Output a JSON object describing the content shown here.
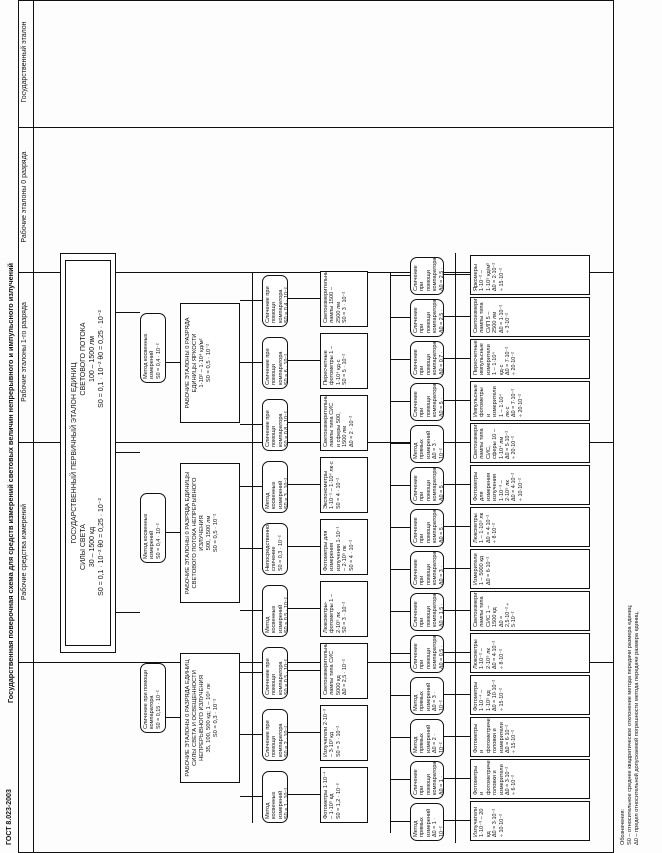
{
  "header": {
    "gost": "ГОСТ 8.023-2003",
    "title": "Государственная поверочная схема для средств измерений световых величин непрерывного и импульсного излучений"
  },
  "columns": {
    "state": "Государственный эталон",
    "zero": "Рабочие эталоны 0 разряда",
    "first": "Рабочие эталоны 1-го разряда",
    "working": "Рабочие средства измерений"
  },
  "notes": {
    "l1": "Обозначения:",
    "l2": "S0 – относительное среднее квадратическое отклонение метода передачи размера единиц;",
    "l3": "Δ0 – предел относительной допускаемой погрешности метода передачи размера единиц."
  },
  "state_standard": {
    "l1": "ГОСУДАРСТВЕННЫЙ ПЕРВИЧНЫЙ ЭТАЛОН ЕДИНИЦ",
    "l2": "СИЛЫ СВЕТА",
    "l3": "30 – 1500 кд",
    "l4": "S0 = 0,1 · 10⁻²   θ0 = 0,25 · 10⁻²",
    "l5": "СВЕТОВОГО ПОТОКА",
    "l6": "100 – 1500 лм",
    "l7": "S0 = 0,1 · 10⁻²   θ0 = 0,25 · 10⁻²"
  },
  "state_methods": [
    {
      "t": "Сличение при помощи компаратора",
      "v": "S0 = 0,15 · 10⁻²"
    },
    {
      "t": "Метод косвенных измерений",
      "v": "S0 = 0,4 · 10⁻²"
    },
    {
      "t": "Метод косвенных измерений",
      "v": "S0 = 0,4 · 10⁻²"
    }
  ],
  "zero_standards": [
    {
      "l1": "РАБОЧИЕ ЭТАЛОНЫ 0 РАЗРЯДА ЕДИНИЦ СИЛЫ СВЕТА И ОСВЕЩЕННОСТИ НЕПРЕРЫВНОГО ИЗЛУЧЕНИЯ",
      "l2": "35, 100, 500 кд; 1 – 10⁵ лк",
      "l3": "S0 = 0,3 · 10⁻²"
    },
    {
      "l1": "РАБОЧИЕ ЭТАЛОНЫ 0 РАЗРЯДА ЕДИНИЦЫ СВЕТОВОГО ПОТОКА НЕПРЕРЫВНОГО ИЗЛУЧЕНИЯ",
      "l2": "500, 1500 лм",
      "l3": "S0 = 0,5 · 10⁻²"
    },
    {
      "l1": "РАБОЧИЕ ЭТАЛОНЫ 0 РАЗРЯДА ЕДИНИЦЫ ЯРКОСТИ",
      "l2": "1·10² – 1·10⁴ кд/м²",
      "l3": "S0 = 0,5 · 10⁻²"
    }
  ],
  "zero_methods": [
    {
      "t": "Метод косвенных измерений",
      "v": "S0 = 1 · 10⁻²"
    },
    {
      "t": "Сличение при помощи компаратора",
      "v": "S0 = 2 · 10⁻²"
    },
    {
      "t": "Сличение при помощи компаратора",
      "v": "S0 = 0,5 · 10⁻²"
    },
    {
      "t": "Метод косвенных измерений",
      "v": "S0 = 0,5 · 10⁻²"
    },
    {
      "t": "Непосредственное сличение",
      "v": "S0 = 0,3 · 10⁻²"
    },
    {
      "t": "Метод косвенных измерений",
      "v": "S0 = 3 · 10⁻²"
    },
    {
      "t": "Сличение при помощи компаратора",
      "v": "S0 = 0,8 · 10⁻²"
    },
    {
      "t": "Сличение при помощи компаратора",
      "v": "S0 = 6 · 10⁻²"
    },
    {
      "t": "Сличение при помощи компаратора",
      "v": "S0 = 0,4 · 10⁻²"
    }
  ],
  "first_standards": [
    {
      "t": "Фотометры 1·10⁻⁴ – 1·10⁵ кд",
      "v": "S0 = 1,2 · 10⁻²"
    },
    {
      "t": "Излучатели 2·10⁻³ – 3·10³ кд",
      "v": "S0 = 3 · 10⁻²"
    },
    {
      "t": "Светоизмерительные лампы типа СИС 5000 кд",
      "v": "Δ0 = 2,5 · 10⁻²"
    },
    {
      "t": "Люксметры-фотометры 1 – 2·10⁵ лк",
      "v": "S0 = 3 · 10⁻²"
    },
    {
      "t": "Фотометры для измерения излучения 1·10⁻¹ – 2·10⁵ лк",
      "v": "S0 = 4 · 10⁻²"
    },
    {
      "t": "Экспонометры 1·10⁻¹ – 1·10⁴ лк·с",
      "v": "S0 = 4 · 10⁻²"
    },
    {
      "t": "Светоизмерительные лампы типа СИС и сферы 500, 1500 лм",
      "v": "Δ0 = 2 · 10⁻²"
    },
    {
      "t": "Пересчетные фотометры 1 – 1·10⁴ кд·с",
      "v": "S0 = 5 · 10⁻²"
    },
    {
      "t": "Светоизмерительные лампы 1500 – 2500 лм",
      "v": "S0 = 3 · 10⁻²"
    }
  ],
  "working_methods": [
    {
      "t": "Метод прямых измерений",
      "v": "Δ0 = 1 · 10⁻²"
    },
    {
      "t": "Сличение при помощи компаратора",
      "v": "Δ0 = 1 · 10⁻²"
    },
    {
      "t": "Метод прямых измерений",
      "v": "Δ0 = 2 · 10⁻²"
    },
    {
      "t": "Метод прямых измерений",
      "v": "Δ0 = 3 · 10⁻²"
    },
    {
      "t": "Сличение при помощи компаратора",
      "v": "Δ0 = 0,5 · 10⁻²"
    },
    {
      "t": "Сличение при помощи компаратора",
      "v": "Δ0 = 1,5 · 10⁻²"
    },
    {
      "t": "Сличение при помощи компаратора",
      "v": "Δ0 = 3 · 10⁻²"
    },
    {
      "t": "Сличение при помощи компаратора",
      "v": "Δ0 = 5 · 10⁻²"
    },
    {
      "t": "Сличение при помощи компаратора",
      "v": "Δ0 = 5 · 10⁻²"
    },
    {
      "t": "Метод прямых измерений",
      "v": "Δ0 = 3 · 10⁻²"
    },
    {
      "t": "Сличение при помощи компаратора",
      "v": "Δ0 = 5 · 10⁻²"
    },
    {
      "t": "Сличение при помощи компаратора",
      "v": "Δ0 = 0,7 · 10⁻²"
    },
    {
      "t": "Сличение при помощи компаратора",
      "v": "Δ0 = 2,5 · 10⁻²"
    },
    {
      "t": "Сличение при помощи компаратора",
      "v": "Δ0 = 2,5 · 10⁻²"
    }
  ],
  "working_instruments": [
    {
      "t": "Излучатели 1·10⁻³ – 20 кд",
      "v": "Δ0 = 3·10⁻² ÷ 10·10⁻²"
    },
    {
      "t": "Фотометры и фотометрические головки и измерители",
      "v": "Δ0 = 3·10⁻² ÷ 6·10⁻²"
    },
    {
      "t": "Фотометры и фотометрические головки и измерители",
      "v": "Δ0 = 6·10⁻² ÷ 15·10⁻²"
    },
    {
      "t": "Фотометры 1·10⁻⁴ – 1·10⁵ кд",
      "v": "Δ0 = 10·10⁻² ÷ 15·10⁻²"
    },
    {
      "t": "Люксметры 1·10⁻² – 2·10⁵ лк",
      "v": "Δ0 = 4·10⁻² ÷ 8·10⁻²"
    },
    {
      "t": "Светоизмерительные лампы типа СИС 1 – 1500 кд",
      "v": "Δ0 = 2,5·10⁻² ÷ 5·10⁻²"
    },
    {
      "t": "Измерители 1 – 5000 кд",
      "v": "Δ0 = 6·10⁻²"
    },
    {
      "t": "Люксметры 1 – 1·10⁵ лк",
      "v": "Δ0 = 4·10⁻² ÷ 8·10⁻²"
    },
    {
      "t": "Фотометры для измерения излучения 1·10⁻³ – 2·10⁵ лк",
      "v": "Δ0 = 4·10⁻² ÷ 10·10⁻²"
    },
    {
      "t": "Светоизмерительные лампы типа СИС, сферы 10 – 1·10⁴ лм",
      "v": "Δ0 = 5·10⁻² ÷ 20·10⁻²"
    },
    {
      "t": "Импульсные фотометры и измерители 1 – 1·10⁴ лк·с",
      "v": "Δ0 = 7·10⁻² ÷ 20·10⁻²"
    },
    {
      "t": "Пересчетные импульсные измерители 1 – 1·10⁴ кд·с",
      "v": "Δ0 = 7·10⁻² ÷ 20·10⁻²"
    },
    {
      "t": "Светоизмерительные лампы типа СИП 5 – 2500 лм",
      "v": "Δ0 = 1·10⁻² ÷ 3·10⁻²"
    },
    {
      "t": "Яркомеры 1·10⁻² – 1·10⁵ кд/м²",
      "v": "Δ0 = 2·10⁻² ÷ 15·10⁻²"
    }
  ]
}
